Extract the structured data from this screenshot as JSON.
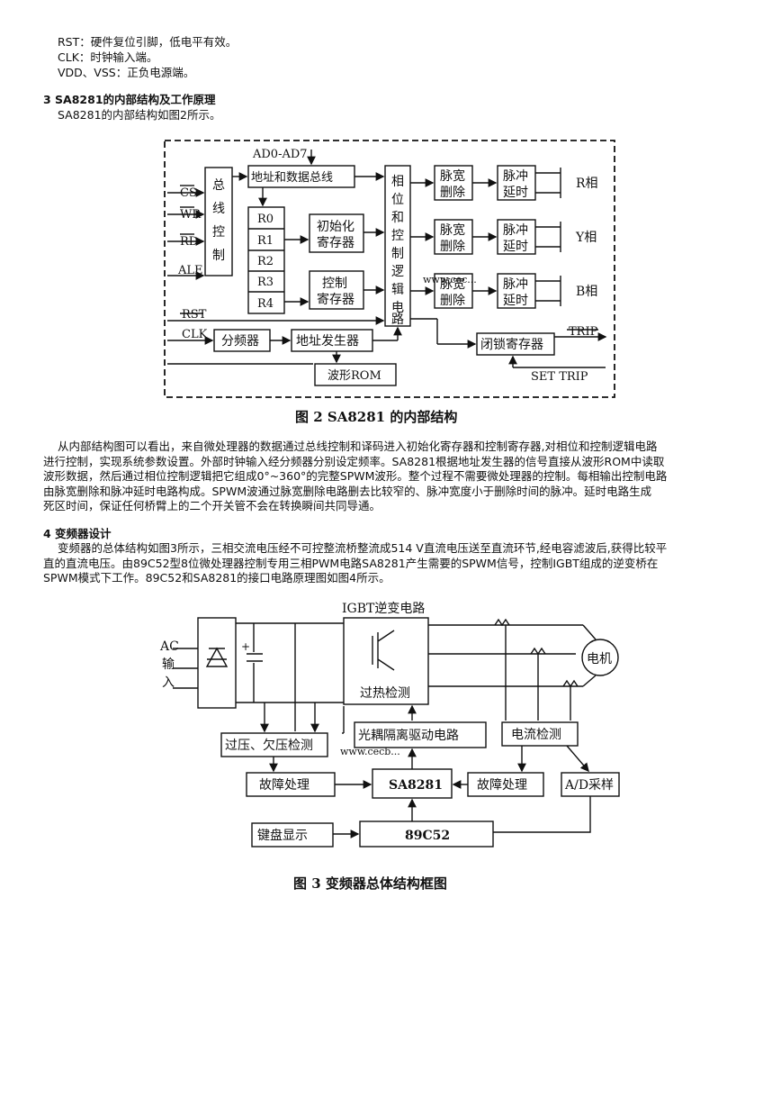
{
  "intro_lines": [
    "RST：硬件复位引脚，低电平有效。",
    "CLK：时钟输入端。",
    "VDD、VSS：正负电源端。"
  ],
  "section3": {
    "heading": "3 SA8281的内部结构及工作原理",
    "intro": "SA8281的内部结构如图2所示。"
  },
  "figure2": {
    "caption": "图 2  SA8281 的内部结构",
    "watermark": "www.cec...",
    "labels": {
      "ad": "AD0-AD7",
      "bus": "地址和数据总线",
      "bus_control": [
        "总",
        "线",
        "控",
        "制"
      ],
      "cs": "CS",
      "wr": "WR",
      "rd": "RD",
      "ale": "ALE",
      "rst": "RST",
      "clk": "CLK",
      "registers": [
        "R0",
        "R1",
        "R2",
        "R3",
        "R4"
      ],
      "init_reg": [
        "初始化",
        "寄存器"
      ],
      "ctrl_reg": [
        "控制",
        "寄存器"
      ],
      "logic": [
        "相",
        "位",
        "和",
        "控",
        "制",
        "逻",
        "辑",
        "电",
        "路"
      ],
      "pulse_del": [
        "脉宽",
        "删除"
      ],
      "pulse_delay": [
        "脉冲",
        "延时"
      ],
      "phases": [
        "R相",
        "Y相",
        "B相"
      ],
      "divider": "分频器",
      "addr_gen": "地址发生器",
      "rom": "波形ROM",
      "latch": "闭锁寄存器",
      "trip": "TRIP",
      "set_trip": "SET TRIP"
    }
  },
  "para1": [
    "从内部结构图可以看出，来自微处理器的数据通过总线控制和译码进入初始化寄存器和控制寄存器,对相位和控制逻辑电路",
    "进行控制，实现系统参数设置。外部时钟输入经分频器分别设定频率。SA8281根据地址发生器的信号直接从波形ROM中读取",
    "波形数据，然后通过相位控制逻辑把它组成0°~360°的完整SPWM波形。整个过程不需要微处理器的控制。每相输出控制电路",
    "由脉宽删除和脉冲延时电路构成。SPWM波通过脉宽删除电路删去比较窄的、脉冲宽度小于删除时间的脉冲。延时电路生成",
    "死区时间，保证任何桥臂上的二个开关管不会在转换瞬间共同导通。"
  ],
  "section4": {
    "heading": "4 变频器设计",
    "paragraph": [
      "变频器的总体结构如图3所示，三相交流电压经不可控整流桥整流成514 V直流电压送至直流环节,经电容滤波后,获得比较平",
      "直的直流电压。由89C52型8位微处理器控制专用三相PWM电路SA8281产生需要的SPWM信号，控制IGBT组成的逆变桥在",
      "SPWM模式下工作。89C52和SA8281的接口电路原理图如图4所示。"
    ]
  },
  "figure3": {
    "caption": "图 3  变频器总体结构框图",
    "watermark": "www.cecb...",
    "labels": {
      "ac_in": [
        "AC",
        "输",
        "入"
      ],
      "igbt": "IGBT逆变电路",
      "overheat": "过热检测",
      "motor": "电机",
      "volt_detect": "过压、欠压检测",
      "opto": "光耦隔离驱动电路",
      "cur_detect": "电流检测",
      "fault_l": "故障处理",
      "sa8281": "SA8281",
      "fault_r": "故障处理",
      "adc": "A/D采样",
      "keypad": "键盘显示",
      "mcu": "89C52",
      "plus": "+"
    }
  }
}
